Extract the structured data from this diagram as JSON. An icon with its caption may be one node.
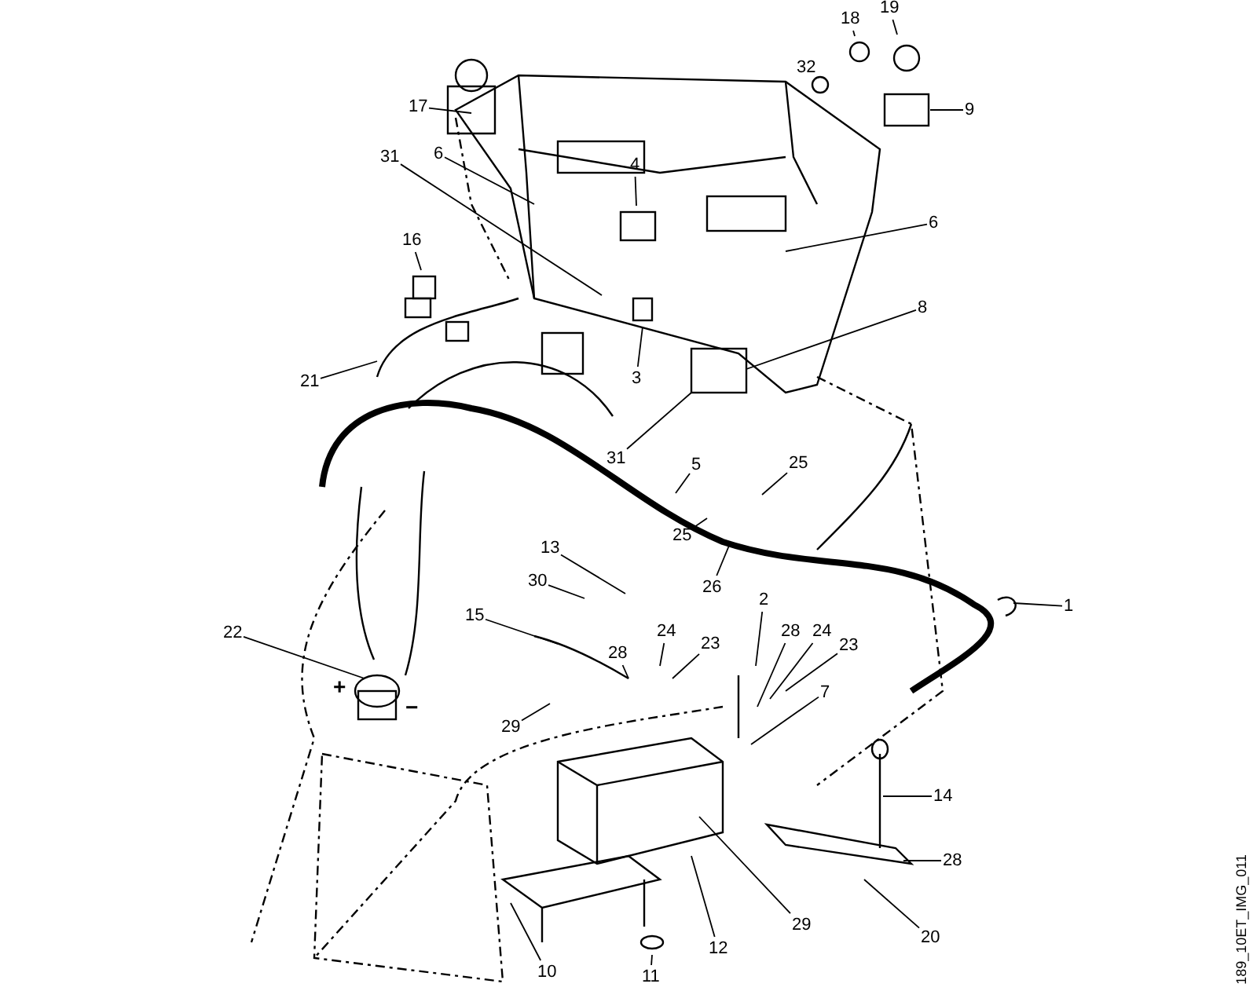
{
  "diagram": {
    "nodes": [
      {
        "text": [
          "17"
        ]
      },
      {
        "text": [
          "32"
        ]
      },
      {
        "text": [
          "18"
        ]
      },
      {
        "text": [
          "19"
        ]
      },
      {
        "text": [
          "9"
        ]
      },
      {
        "text": [
          "6"
        ]
      },
      {
        "text": [
          "31"
        ]
      },
      {
        "text": [
          "4"
        ]
      },
      {
        "text": [
          "16"
        ]
      },
      {
        "text": [
          "6"
        ]
      },
      {
        "text": [
          "8"
        ]
      },
      {
        "text": [
          "21"
        ]
      },
      {
        "text": [
          "3"
        ]
      },
      {
        "text": [
          "31"
        ]
      },
      {
        "text": [
          "5"
        ]
      },
      {
        "text": [
          "25"
        ]
      },
      {
        "text": [
          "25"
        ]
      },
      {
        "text": [
          "26"
        ]
      },
      {
        "text": [
          "13"
        ]
      },
      {
        "text": [
          "30"
        ]
      },
      {
        "text": [
          "1"
        ]
      },
      {
        "text": [
          "22"
        ]
      },
      {
        "text": [
          "15"
        ]
      },
      {
        "text": [
          "2"
        ]
      },
      {
        "text": [
          "28"
        ]
      },
      {
        "text": [
          "24"
        ]
      },
      {
        "text": [
          "23"
        ]
      },
      {
        "text": [
          "28"
        ]
      },
      {
        "text": [
          "24"
        ]
      },
      {
        "text": [
          "23"
        ]
      },
      {
        "text": [
          "7"
        ]
      },
      {
        "text": [
          "29"
        ]
      },
      {
        "text": [
          "14"
        ]
      },
      {
        "text": [
          "28"
        ]
      },
      {
        "text": [
          "20"
        ]
      },
      {
        "text": [
          "29"
        ]
      },
      {
        "text": [
          "12"
        ]
      },
      {
        "text": [
          "10"
        ]
      },
      {
        "text": [
          "11"
        ]
      }
    ],
    "edges": [
      {
        "from": 0,
        "to": null,
        "arrow": "none"
      },
      {
        "from": 1,
        "to": null,
        "arrow": "none"
      },
      {
        "from": 2,
        "to": null,
        "arrow": "none"
      },
      {
        "from": 3,
        "to": null,
        "arrow": "none"
      },
      {
        "from": 4,
        "to": null,
        "arrow": "none"
      },
      {
        "from": 5,
        "to": null,
        "arrow": "none"
      },
      {
        "from": 6,
        "to": null,
        "arrow": "none"
      },
      {
        "from": 7,
        "to": null,
        "arrow": "none"
      },
      {
        "from": 8,
        "to": null,
        "arrow": "none"
      },
      {
        "from": 9,
        "to": null,
        "arrow": "none"
      },
      {
        "from": 10,
        "to": null,
        "arrow": "none"
      },
      {
        "from": 11,
        "to": null,
        "arrow": "none"
      },
      {
        "from": 12,
        "to": null,
        "arrow": "none"
      },
      {
        "from": 13,
        "to": null,
        "arrow": "none"
      },
      {
        "from": 14,
        "to": null,
        "arrow": "none"
      },
      {
        "from": 15,
        "to": null,
        "arrow": "none"
      },
      {
        "from": 16,
        "to": null,
        "arrow": "none"
      },
      {
        "from": 17,
        "to": null,
        "arrow": "none"
      },
      {
        "from": 18,
        "to": null,
        "arrow": "none"
      },
      {
        "from": 19,
        "to": null,
        "arrow": "none"
      },
      {
        "from": 20,
        "to": null,
        "arrow": "none"
      },
      {
        "from": 21,
        "to": null,
        "arrow": "none"
      },
      {
        "from": 22,
        "to": null,
        "arrow": "none"
      },
      {
        "from": 23,
        "to": null,
        "arrow": "none"
      },
      {
        "from": 24,
        "to": null,
        "arrow": "none"
      },
      {
        "from": 25,
        "to": null,
        "arrow": "none"
      },
      {
        "from": 26,
        "to": null,
        "arrow": "none"
      },
      {
        "from": 27,
        "to": null,
        "arrow": "none"
      },
      {
        "from": 28,
        "to": null,
        "arrow": "none"
      },
      {
        "from": 29,
        "to": null,
        "arrow": "none"
      },
      {
        "from": 30,
        "to": null,
        "arrow": "none"
      },
      {
        "from": 31,
        "to": null,
        "arrow": "none"
      },
      {
        "from": 32,
        "to": null,
        "arrow": "none"
      },
      {
        "from": 33,
        "to": null,
        "arrow": "none"
      },
      {
        "from": 34,
        "to": null,
        "arrow": "none"
      },
      {
        "from": 35,
        "to": null,
        "arrow": "none"
      },
      {
        "from": 36,
        "to": null,
        "arrow": "none"
      },
      {
        "from": 37,
        "to": null,
        "arrow": "none"
      },
      {
        "from": 38,
        "to": null,
        "arrow": "none"
      }
    ],
    "labels": [
      "+",
      "−",
      "189_10ET_IMG_011"
    ]
  }
}
